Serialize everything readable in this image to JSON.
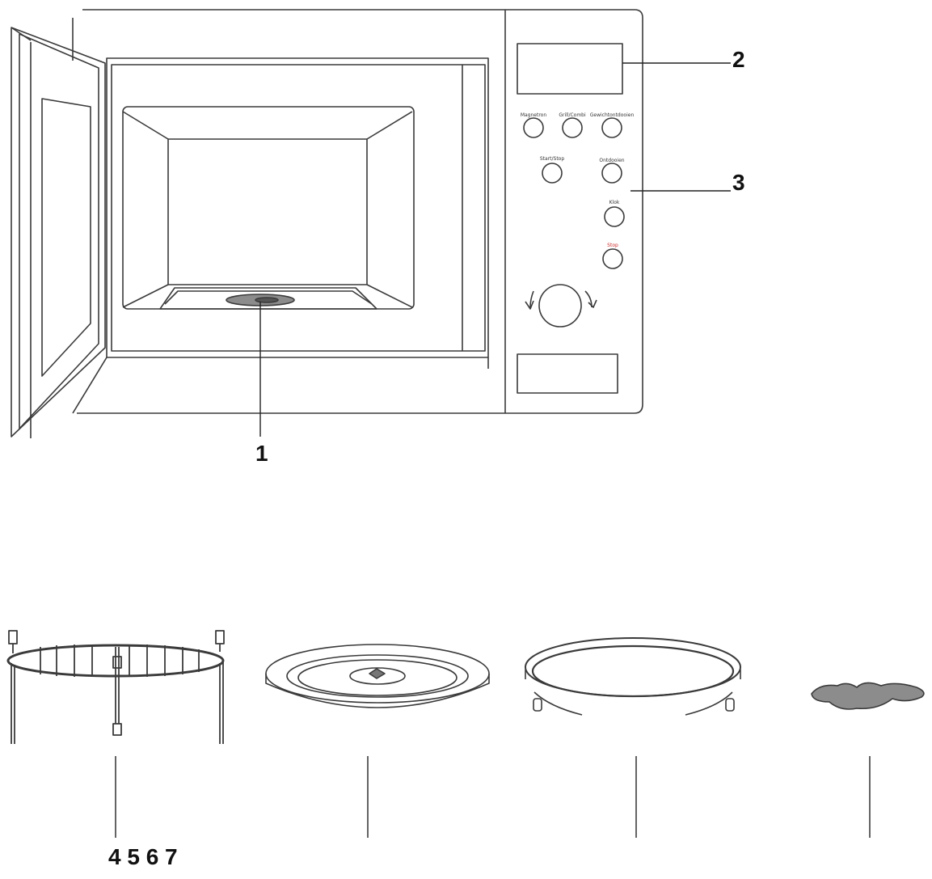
{
  "callouts": {
    "c1": "1",
    "c2": "2",
    "c3": "3",
    "c4567": "4 5 6 7"
  },
  "control_panel": {
    "buttons": [
      {
        "label": "Magnetron"
      },
      {
        "label": "Grill/Combi"
      },
      {
        "label": "Ontdooien"
      },
      {
        "label": "Start/Stop"
      },
      {
        "label": "Gewichtontdooien"
      },
      {
        "label": "Klok"
      },
      {
        "label": "Stop"
      }
    ]
  },
  "colors": {
    "line": "#3a3a3a",
    "stop_label": "#cc2a2a",
    "drive_fill": "#8c8c8c"
  }
}
